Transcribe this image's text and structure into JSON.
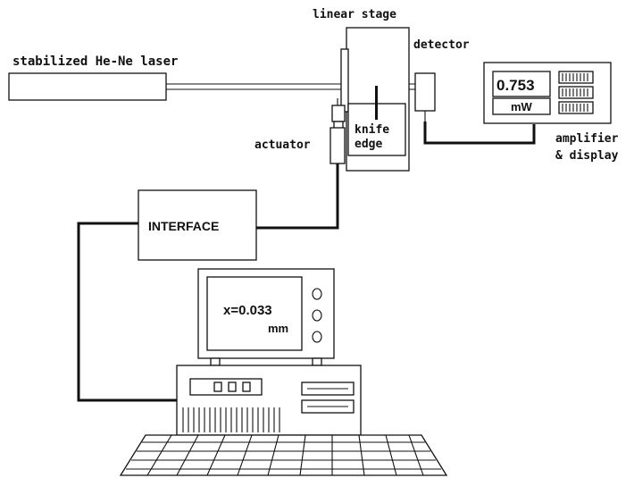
{
  "labels": {
    "laser": "stabilized He-Ne laser",
    "linear_stage": "linear stage",
    "detector": "detector",
    "knife_line1": "knife",
    "knife_line2": "edge",
    "actuator": "actuator",
    "amplifier_line1": "amplifier",
    "amplifier_line2": "& display",
    "interface": "INTERFACE"
  },
  "readouts": {
    "power_value": "0.753",
    "power_unit": "mW",
    "position_value": "x=0.033",
    "position_unit": "mm"
  },
  "colors": {
    "line": "#111111",
    "background": "#ffffff"
  }
}
